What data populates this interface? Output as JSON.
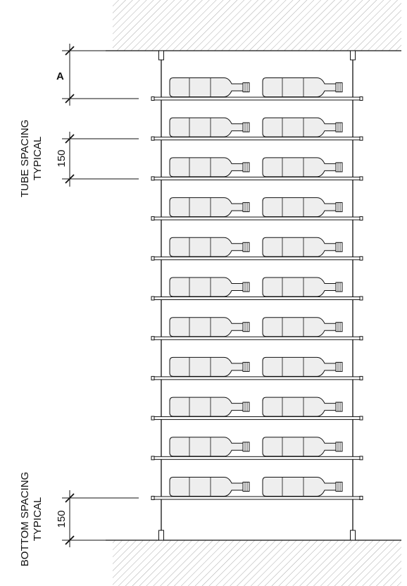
{
  "labels": {
    "dim_a": "A",
    "dim_tube": "150",
    "dim_bottom": "150",
    "tube_spacing_line1": "TUBE SPACING",
    "tube_spacing_line2": "TYPICAL",
    "bottom_spacing_line1": "BOTTOM SPACING",
    "bottom_spacing_line2": "TYPICAL"
  },
  "rack": {
    "shelf_count": 11,
    "bottles_per_shelf": 2
  },
  "colors": {
    "line": "#111111",
    "bottle_fill": "#eeeeee",
    "hatch": "#888888"
  }
}
